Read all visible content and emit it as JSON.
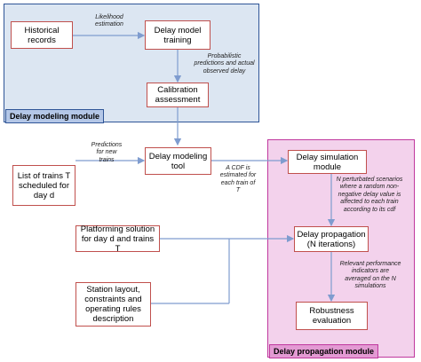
{
  "regions": {
    "modeling": "Delay modeling module",
    "propagation": "Delay propagation module"
  },
  "nodes": {
    "historical": "Historical\nrecords",
    "delay_model": "Delay model\ntraining",
    "calibration": "Calibration\nassessment",
    "trains": "List of trains T\nscheduled for\nday d",
    "modeling_tool": "Delay modeling\ntool",
    "simulation": "Delay simulation\nmodule",
    "platforming": "Platforming solution\nfor day d and trains T",
    "propagation": "Delay propagation\n(N iterations)",
    "station": "Station layout,\nconstraints and\noperating rules\ndescription",
    "robustness": "Robustness\nevaluation"
  },
  "notes": {
    "likelihood": "Likelihood\nestimation",
    "predictions": "Probabilistic\npredictions and actual\nobserved delay",
    "new_trains": "Predictions\nfor new\ntrains",
    "cdf": "A CDF is\nestimated for\neach train of\nT",
    "scenarios": "N perturbated scenarios\nwhere a random non-\nnegative delay value is\naffected to each train\naccording to its cdf",
    "indicators": "Relevant performance\nindicators are\naveraged on the N\nsimulations"
  },
  "colors": {
    "node_border": "#c0504d",
    "arrow": "#7f9ccf",
    "modeling_bg": "#dce6f2",
    "propagation_bg": "#f3d2ec"
  }
}
